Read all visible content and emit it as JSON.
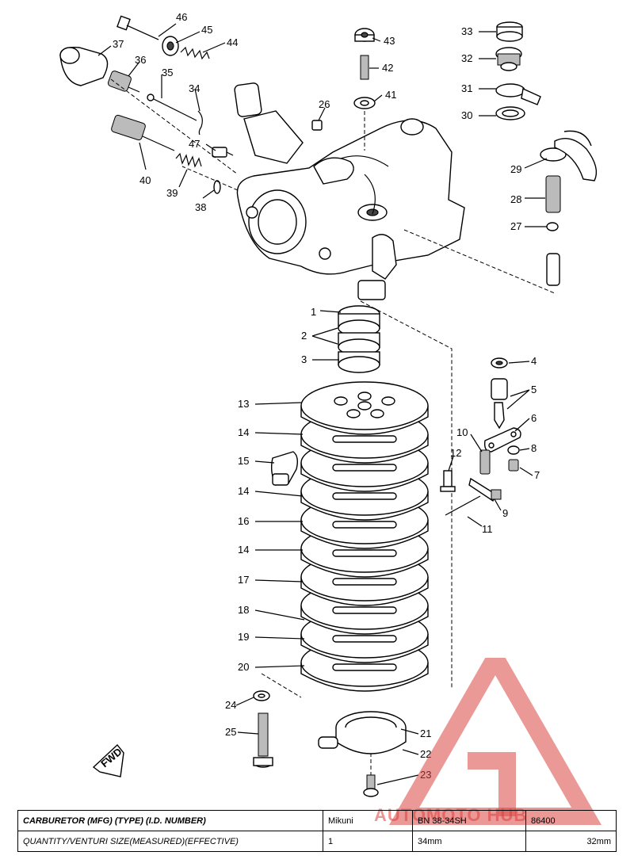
{
  "callouts": {
    "c1": "1",
    "c2": "2",
    "c3": "3",
    "c4": "4",
    "c5": "5",
    "c6": "6",
    "c7": "7",
    "c8": "8",
    "c9": "9",
    "c10": "10",
    "c11": "11",
    "c12": "12",
    "c13": "13",
    "c14a": "14",
    "c14b": "14",
    "c14c": "14",
    "c15": "15",
    "c16": "16",
    "c17": "17",
    "c18": "18",
    "c19": "19",
    "c20": "20",
    "c21": "21",
    "c22": "22",
    "c23": "23",
    "c24": "24",
    "c25": "25",
    "c26": "26",
    "c27": "27",
    "c28": "28",
    "c29": "29",
    "c30": "30",
    "c31": "31",
    "c32": "32",
    "c33": "33",
    "c34": "34",
    "c35": "35",
    "c36": "36",
    "c37": "37",
    "c38": "38",
    "c39": "39",
    "c40": "40",
    "c41": "41",
    "c42": "42",
    "c43": "43",
    "c44": "44",
    "c45": "45",
    "c46": "46",
    "c47": "47"
  },
  "fwd_label": "FWD",
  "table": {
    "row1_label": "CARBURETOR (MFG) (TYPE) (I.D. NUMBER)",
    "row2_label": "QUANTITY/VENTURI SIZE(MEASURED)(EFFECTIVE)",
    "mfg": "Mikuni",
    "type": "BN 38-34SH",
    "id_number": "86400",
    "quantity": "1",
    "measured": "34mm",
    "effective": "32mm"
  },
  "watermark": "AUTOMOTO HUB",
  "colors": {
    "watermark": "#d9463f",
    "line": "#000000"
  }
}
